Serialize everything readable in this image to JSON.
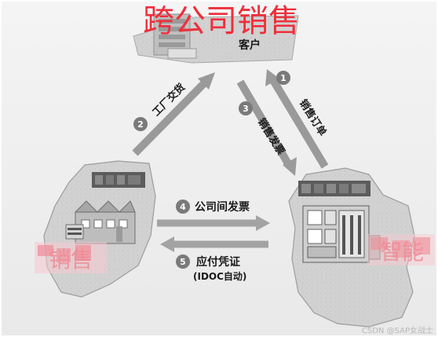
{
  "title": "跨公司销售",
  "customer": {
    "label": "客户"
  },
  "steps": [
    {
      "num": "1",
      "label": "销售订单"
    },
    {
      "num": "2",
      "label": "工厂交货"
    },
    {
      "num": "3",
      "label": "销售发票"
    },
    {
      "num": "4",
      "label": "公司间发票"
    },
    {
      "num": "5",
      "label": "应付凭证",
      "sublabel": "(IDOC自动)"
    }
  ],
  "left_company": {
    "label": "销售"
  },
  "right_company": {
    "label": "智能"
  },
  "watermark": "CSDN @SAP女战士",
  "colors": {
    "title": "#ee2f3b",
    "arrow": "#9a9a9a",
    "circle": "#7a7a7a",
    "map": "#c8c8c8",
    "region_label": "#f08a95"
  }
}
